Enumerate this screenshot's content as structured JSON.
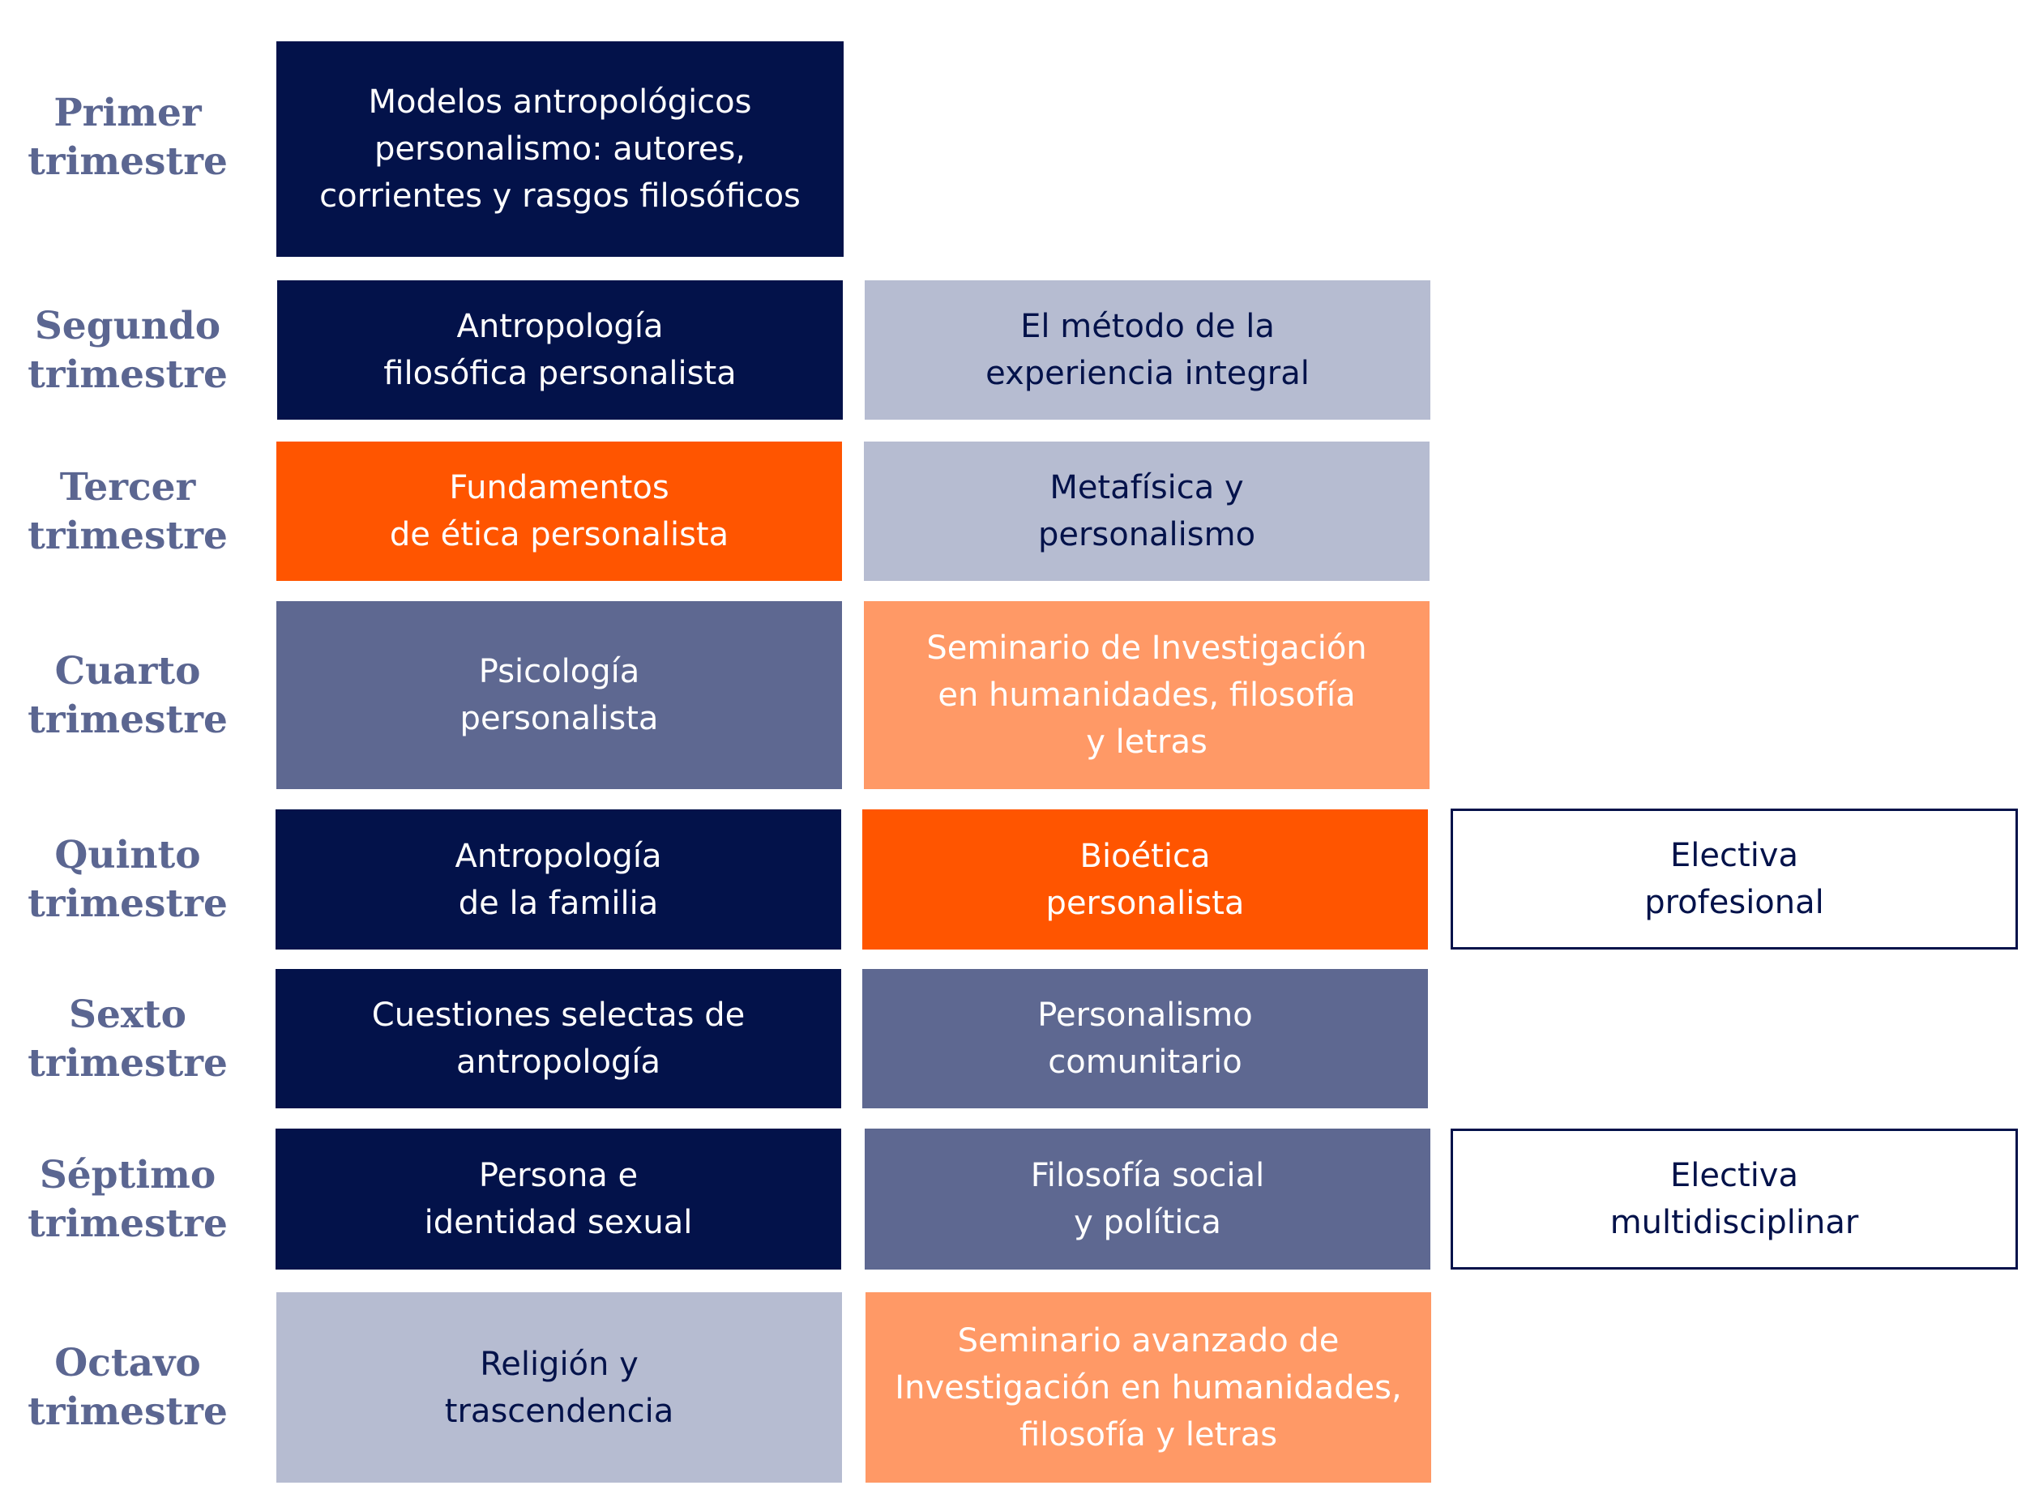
{
  "terms": [
    {
      "line1": "Primer",
      "line2": "trimestre"
    },
    {
      "line1": "Segundo",
      "line2": "trimestre"
    },
    {
      "line1": "Tercer",
      "line2": "trimestre"
    },
    {
      "line1": "Cuarto",
      "line2": "trimestre"
    },
    {
      "line1": "Quinto",
      "line2": "trimestre"
    },
    {
      "line1": "Sexto",
      "line2": "trimestre"
    },
    {
      "line1": "Séptimo",
      "line2": "trimestre"
    },
    {
      "line1": "Octavo",
      "line2": "trimestre"
    }
  ],
  "courses": {
    "t1c1": [
      "Modelos antropológicos",
      "personalismo: autores,",
      "corrientes y rasgos filosóficos"
    ],
    "t2c1": [
      "Antropología",
      "filosófica personalista"
    ],
    "t2c2": [
      "El método de la",
      "experiencia integral"
    ],
    "t3c1": [
      "Fundamentos",
      "de ética personalista"
    ],
    "t3c2": [
      "Metafísica y",
      "personalismo"
    ],
    "t4c1": [
      "Psicología",
      "personalista"
    ],
    "t4c2": [
      "Seminario de Investigación",
      "en humanidades, filosofía",
      "y letras"
    ],
    "t5c1": [
      "Antropología",
      "de la familia"
    ],
    "t5c2": [
      "Bioética",
      "personalista"
    ],
    "t5c3": [
      "Electiva",
      "profesional"
    ],
    "t6c1": [
      "Cuestiones selectas de",
      "antropología"
    ],
    "t6c2": [
      "Personalismo",
      "comunitario"
    ],
    "t7c1": [
      "Persona e",
      "identidad sexual"
    ],
    "t7c2": [
      "Filosofía social",
      "y política"
    ],
    "t7c3": [
      "Electiva",
      "multidisciplinar"
    ],
    "t8c1": [
      "Religión y",
      "trascendencia"
    ],
    "t8c2": [
      "Seminario avanzado de",
      "Investigación en humanidades,",
      "filosofía y letras"
    ]
  },
  "colors": {
    "navy": "#03124a",
    "slate": "#5e6891",
    "light_gray": "#b6bcd1",
    "orange": "#ff5500",
    "peach": "#ff9966",
    "label": "#5b6691"
  }
}
